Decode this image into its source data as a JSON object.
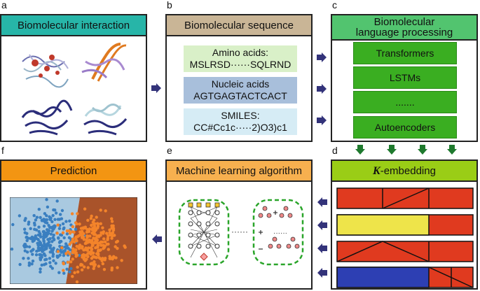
{
  "panels": {
    "a": {
      "letter": "a",
      "title": "Biomolecular interaction",
      "color": "#27b5a8"
    },
    "b": {
      "letter": "b",
      "title": "Biomolecular sequence",
      "color": "#c9b596",
      "sequences": [
        {
          "label": "Amino acids:",
          "value": "MSLRSD······SQLRND",
          "bg": "#d9f0c8"
        },
        {
          "label": "Nucleic acids",
          "value": "AGTGAGTACTCACT",
          "bg": "#a8bfdb"
        },
        {
          "label": "SMILES:",
          "value": "CC#Cc1c·····2)O3)c1",
          "bg": "#d6ecf5"
        }
      ]
    },
    "c": {
      "letter": "c",
      "title_line1": "Biomolecular",
      "title_line2": "language processing",
      "color": "#52c46f",
      "models": [
        "Transformers",
        "LSTMs",
        ".......",
        "Autoencoders"
      ]
    },
    "d": {
      "letter": "d",
      "title_italic": "K",
      "title_rest": "-embedding",
      "color": "#9acd16"
    },
    "e": {
      "letter": "e",
      "title": "Machine learning algorithm",
      "color": "#f7b04f",
      "dots": "······"
    },
    "f": {
      "letter": "f",
      "title": "Prediction",
      "color": "#f39512"
    }
  },
  "colors": {
    "arrow": "#33337a",
    "green_arrow": "#1f7a2e",
    "red": "#e03a1f",
    "yellow": "#eee44a",
    "blue": "#2d3fb3",
    "scatter_blue": "#3a7fc0",
    "scatter_orange": "#f4842a",
    "bg_blue": "#a9c9e0",
    "bg_orange": "#a9532a"
  }
}
